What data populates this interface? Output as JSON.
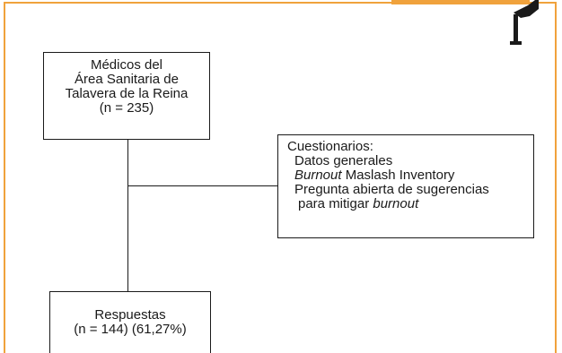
{
  "diagram": {
    "boxes": {
      "source": {
        "lines": [
          "Médicos del",
          "Área Sanitaria de",
          "Talavera de la Reina",
          "(n = 235)"
        ]
      },
      "questionnaires": {
        "title": "Cuestionarios:",
        "item1": "Datos generales",
        "item2_em": "Burnout",
        "item2_rest": " Maslash Inventory",
        "item3": "Pregunta abierta de sugerencias",
        "item4_pre": "para mitigar ",
        "item4_em": "burnout"
      },
      "responses": {
        "lines": [
          "Respuestas",
          "(n = 144) (61,27%)"
        ]
      }
    },
    "colors": {
      "frame": "#f0a23c",
      "lines": "#1a1a1a"
    },
    "icons": [
      "person-figure-icon"
    ]
  }
}
